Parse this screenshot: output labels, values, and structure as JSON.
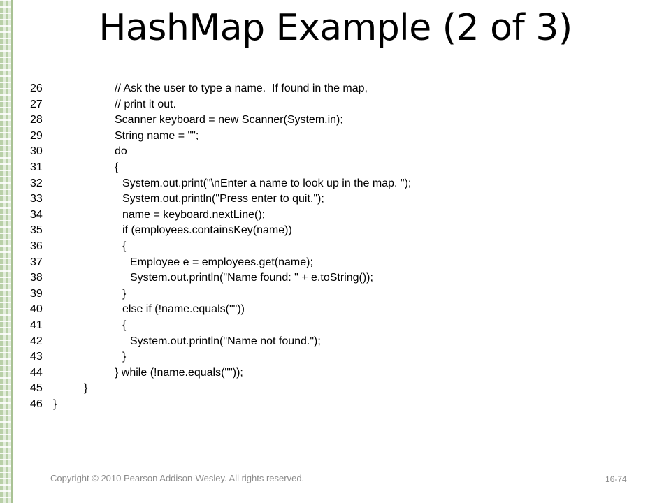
{
  "slide": {
    "title": "HashMap Example (2 of 3)",
    "code_lines": [
      {
        "num": "26",
        "indent": 9,
        "text": "// Ask the user to type a name.  If found in the map,"
      },
      {
        "num": "27",
        "indent": 9,
        "text": "// print it out."
      },
      {
        "num": "28",
        "indent": 9,
        "text": "Scanner keyboard = new Scanner(System.in);"
      },
      {
        "num": "29",
        "indent": 9,
        "text": "String name = \"\";"
      },
      {
        "num": "30",
        "indent": 9,
        "text": "do"
      },
      {
        "num": "31",
        "indent": 9,
        "text": "{"
      },
      {
        "num": "32",
        "indent": 10,
        "text": "System.out.print(\"\\nEnter a name to look up in the map. \");"
      },
      {
        "num": "33",
        "indent": 10,
        "text": "System.out.println(\"Press enter to quit.\");"
      },
      {
        "num": "34",
        "indent": 10,
        "text": "name = keyboard.nextLine();"
      },
      {
        "num": "35",
        "indent": 10,
        "text": "if (employees.containsKey(name))"
      },
      {
        "num": "36",
        "indent": 10,
        "text": "{"
      },
      {
        "num": "37",
        "indent": 11,
        "text": "Employee e = employees.get(name);"
      },
      {
        "num": "38",
        "indent": 11,
        "text": "System.out.println(\"Name found: \" + e.toString());"
      },
      {
        "num": "39",
        "indent": 10,
        "text": "}"
      },
      {
        "num": "40",
        "indent": 10,
        "text": "else if (!name.equals(\"\"))"
      },
      {
        "num": "41",
        "indent": 10,
        "text": "{"
      },
      {
        "num": "42",
        "indent": 11,
        "text": "System.out.println(\"Name not found.\");"
      },
      {
        "num": "43",
        "indent": 10,
        "text": "}"
      },
      {
        "num": "44",
        "indent": 9,
        "text": "} while (!name.equals(\"\"));"
      },
      {
        "num": "45",
        "indent": 5,
        "text": "}"
      },
      {
        "num": "46",
        "indent": 1,
        "text": "}"
      }
    ],
    "footer": {
      "copyright": "Copyright © 2010 Pearson Addison-Wesley. All rights reserved.",
      "slide_number": "16-74"
    },
    "colors": {
      "accent_strip": "#b9d0a8",
      "footer_text": "#8c8c8c"
    }
  }
}
